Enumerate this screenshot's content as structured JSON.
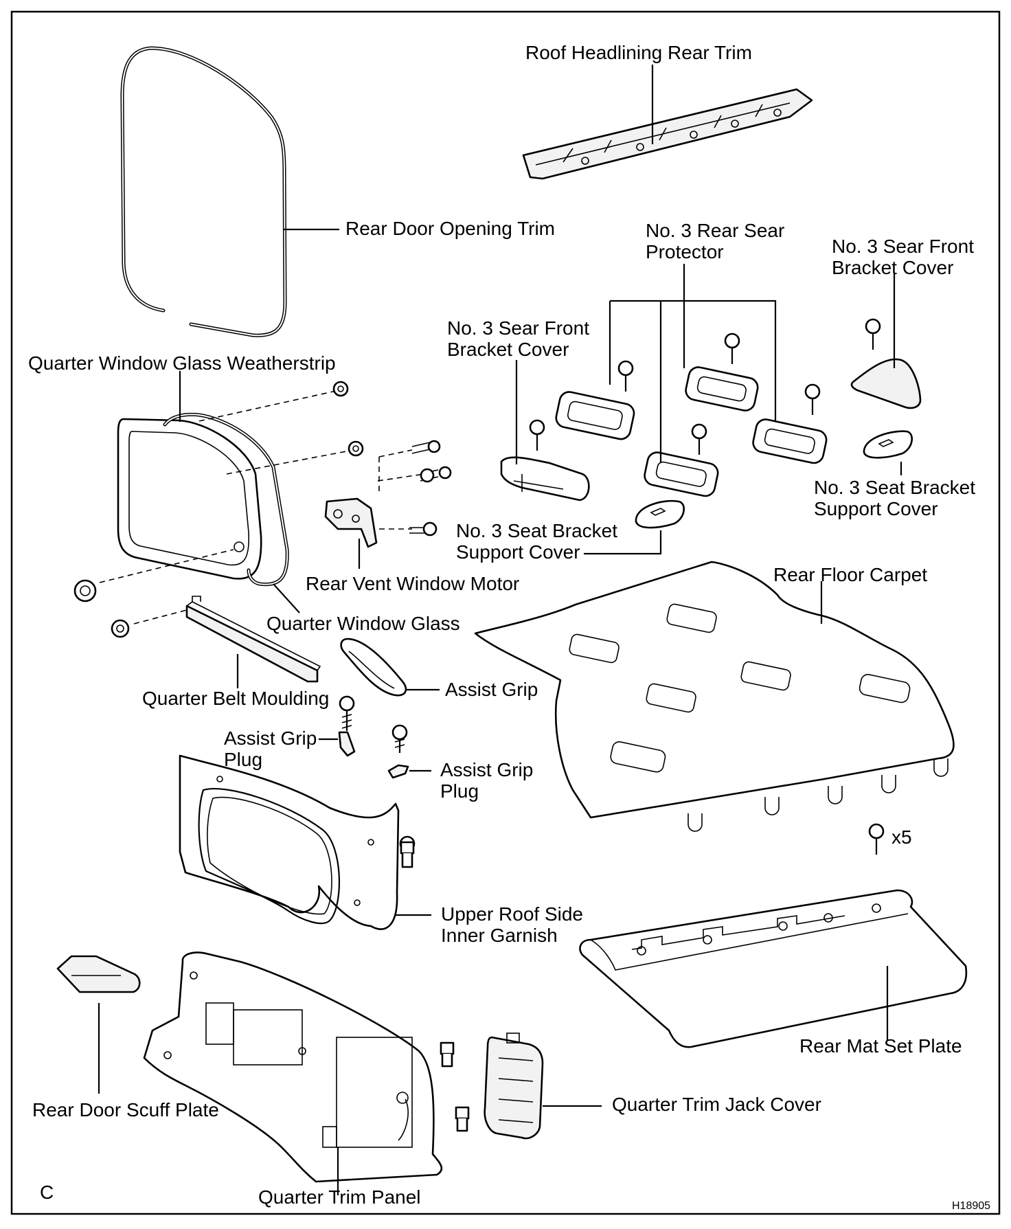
{
  "diagram": {
    "corner_mark": "C",
    "figure_code": "H18905",
    "labels": {
      "roof_headlining_rear_trim": "Roof Headlining Rear Trim",
      "rear_door_opening_trim": "Rear Door Opening Trim",
      "no3_rear_sear_protector_l1": "No. 3 Rear Sear",
      "no3_rear_sear_protector_l2": "Protector",
      "no3_sear_front_bracket_cover_r_l1": "No. 3 Sear Front",
      "no3_sear_front_bracket_cover_r_l2": "Bracket Cover",
      "no3_sear_front_bracket_cover_c_l1": "No. 3 Sear Front",
      "no3_sear_front_bracket_cover_c_l2": "Bracket Cover",
      "quarter_window_glass_weatherstrip": "Quarter Window Glass Weatherstrip",
      "no3_seat_bracket_support_cover_r_l1": "No. 3 Seat Bracket",
      "no3_seat_bracket_support_cover_r_l2": "Support Cover",
      "no3_seat_bracket_support_cover_c_l1": "No. 3 Seat Bracket",
      "no3_seat_bracket_support_cover_c_l2": "Support Cover",
      "rear_vent_window_motor": "Rear Vent Window Motor",
      "rear_floor_carpet": "Rear Floor Carpet",
      "quarter_window_glass": "Quarter Window Glass",
      "assist_grip": "Assist Grip",
      "quarter_belt_moulding": "Quarter Belt Moulding",
      "assist_grip_plug_left_l1": "Assist  Grip",
      "assist_grip_plug_left_l2": "Plug",
      "assist_grip_plug_right_l1": "Assist  Grip",
      "assist_grip_plug_right_l2": "Plug",
      "clip_count": "x5",
      "upper_roof_side_inner_garnish_l1": "Upper Roof Side",
      "upper_roof_side_inner_garnish_l2": "Inner Garnish",
      "rear_mat_set_plate": "Rear Mat Set Plate",
      "rear_door_scuff_plate": "Rear Door Scuff Plate",
      "quarter_trim_jack_cover": "Quarter Trim Jack Cover",
      "quarter_trim_panel": "Quarter Trim Panel"
    }
  }
}
